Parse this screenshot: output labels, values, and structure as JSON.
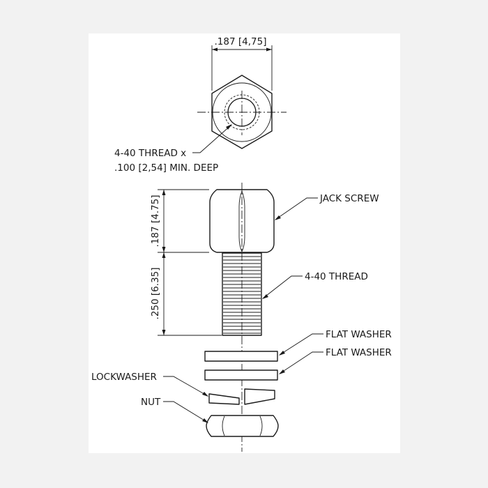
{
  "drawing": {
    "dim_hex_width": ".187 [4,75]",
    "thread_note_line1": "4-40 THREAD x",
    "thread_note_line2": ".100 [2,54] MIN. DEEP",
    "dim_hex_height": ".187 [4.75]",
    "dim_thread_length": ".250 [6.35]",
    "label_jack_screw": "JACK SCREW",
    "label_thread": "4-40 THREAD",
    "label_flat_washer_1": "FLAT WASHER",
    "label_flat_washer_2": "FLAT WASHER",
    "label_lockwasher": "LOCKWASHER",
    "label_nut": "NUT"
  }
}
